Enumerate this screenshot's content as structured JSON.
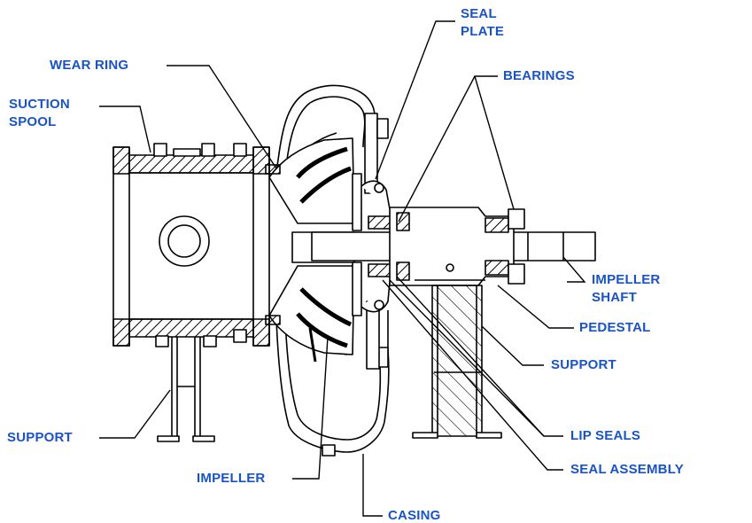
{
  "diagram": {
    "label_color": "#1a53c4",
    "line_color": "#000000",
    "hatch_color": "#000000",
    "labels": {
      "seal_plate_1": "SEAL",
      "seal_plate_2": "PLATE",
      "wear_ring": "WEAR RING",
      "bearings": "BEARINGS",
      "suction_spool_1": "SUCTION",
      "suction_spool_2": "SPOOL",
      "impeller_shaft_1": "IMPELLER",
      "impeller_shaft_2": "SHAFT",
      "pedestal": "PEDESTAL",
      "support_right": "SUPPORT",
      "support_left": "SUPPORT",
      "lip_seals": "LIP SEALS",
      "seal_assembly": "SEAL ASSEMBLY",
      "impeller": "IMPELLER",
      "casing": "CASING"
    }
  }
}
